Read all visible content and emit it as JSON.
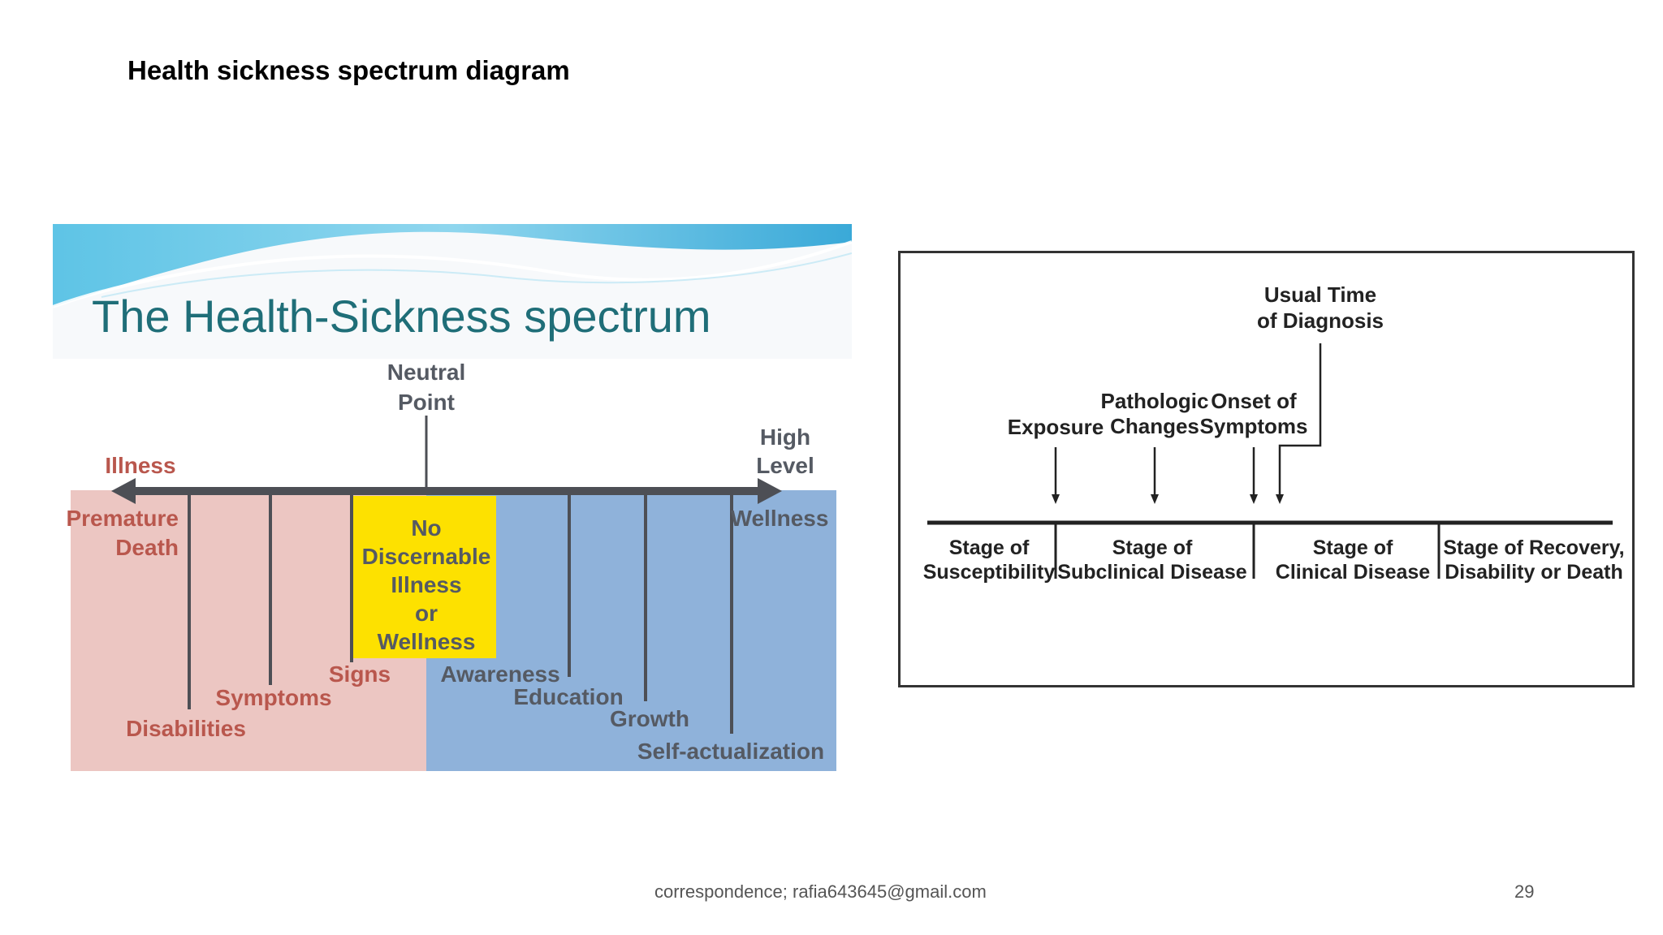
{
  "slide": {
    "title": "Health sickness spectrum diagram",
    "footer_text": "correspondence; rafia643645@gmail.com",
    "page_number": "29"
  },
  "left_diagram": {
    "title": "The Health-Sickness spectrum",
    "title_color": "#1f6e78",
    "neutral_point": [
      "Neutral",
      "Point"
    ],
    "illness_label": "Illness",
    "high_level": [
      "High",
      "Level"
    ],
    "premature_death": [
      "Premature",
      "Death"
    ],
    "wellness_label": "Wellness",
    "center_box": [
      "No",
      "Discernable",
      "Illness",
      "or",
      "Wellness"
    ],
    "illness_markers": {
      "signs": "Signs",
      "symptoms": "Symptoms",
      "disabilities": "Disabilities"
    },
    "wellness_markers": {
      "awareness": "Awareness",
      "education": "Education",
      "growth": "Growth",
      "self_actualization": "Self-actualization"
    },
    "colors": {
      "illness_region": "#ecc6c2",
      "wellness_region": "#8fb2da",
      "center_box": "#fde100",
      "axis": "#4d4f55",
      "red_text": "#b9574d"
    }
  },
  "right_diagram": {
    "usual_time": [
      "Usual Time",
      "of Diagnosis"
    ],
    "exposure": "Exposure",
    "pathologic_changes": [
      "Pathologic",
      "Changes"
    ],
    "onset_of_symptoms": [
      "Onset of",
      "Symptoms"
    ],
    "stages": [
      [
        "Stage of",
        "Susceptibility"
      ],
      [
        "Stage of",
        "Subclinical Disease"
      ],
      [
        "Stage of",
        "Clinical Disease"
      ],
      [
        "Stage of Recovery,",
        "Disability or Death"
      ]
    ]
  }
}
